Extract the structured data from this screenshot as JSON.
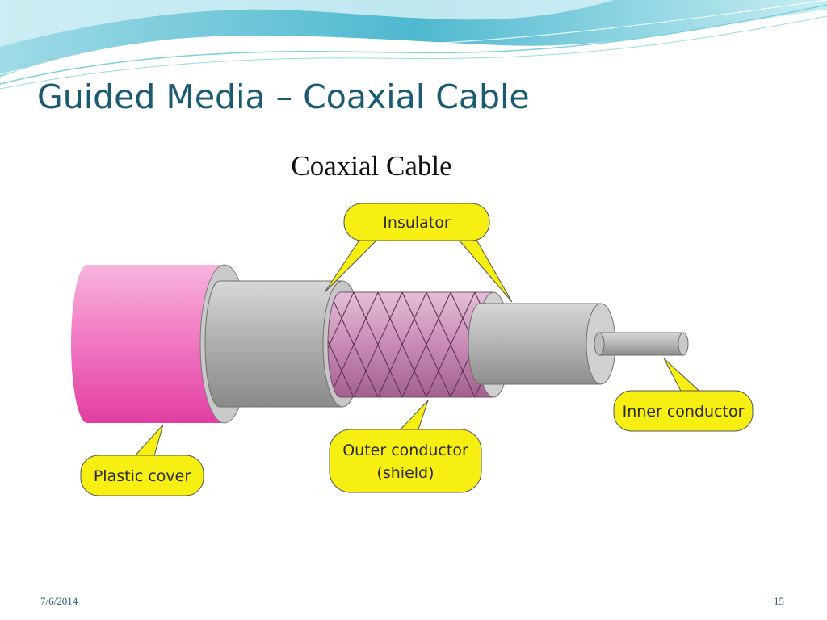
{
  "slide": {
    "title": "Guided Media – Coaxial Cable",
    "caption": "Coaxial Cable",
    "date": "7/6/2014",
    "number": "15"
  },
  "diagram": {
    "labels": {
      "insulator": "Insulator",
      "plastic_cover": "Plastic cover",
      "outer_conductor_line1": "Outer conductor",
      "outer_conductor_line2": "(shield)",
      "inner_conductor": "Inner conductor"
    }
  },
  "colors": {
    "title": "#1b5a73",
    "callout_fill": "#f7ee12",
    "plastic_cover": "#ef5db4",
    "shield": "#c283ae",
    "insulator": "#a8a8a8",
    "wave": "#5cc6d6"
  }
}
